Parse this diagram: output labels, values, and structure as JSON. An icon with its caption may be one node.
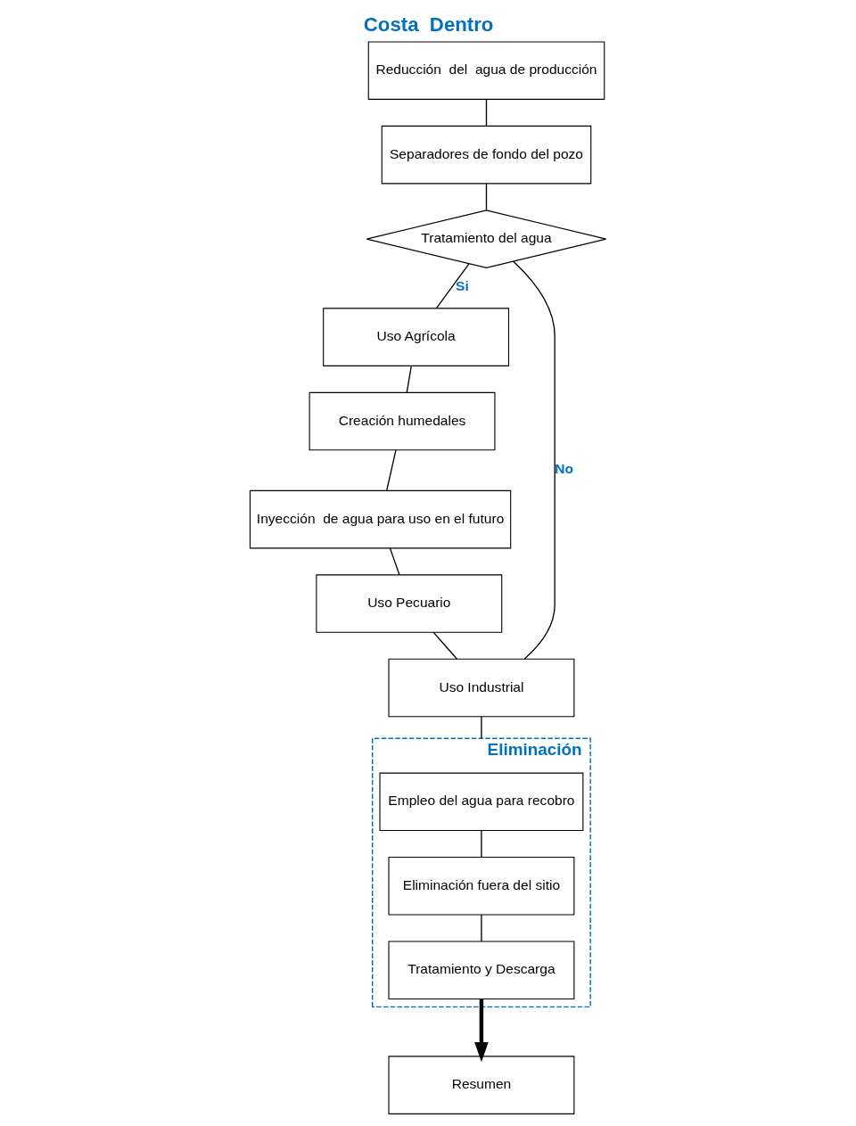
{
  "diagram": {
    "title": "Costa  Dentro",
    "nodes": [
      {
        "text": [
          "Reducción  del  agua de producción"
        ]
      },
      {
        "text": [
          "Separadores de fondo del pozo"
        ]
      },
      {
        "text": [
          "Tratamiento del agua"
        ]
      },
      {
        "text": [
          "Uso Agrícola"
        ]
      },
      {
        "text": [
          "Creación humedales"
        ]
      },
      {
        "text": [
          "Inyección  de agua para uso en el futuro"
        ]
      },
      {
        "text": [
          "Uso Pecuario"
        ]
      },
      {
        "text": [
          "Uso Industrial"
        ]
      },
      {
        "text": [
          "Eliminación"
        ]
      },
      {
        "text": [
          "Empleo del agua para recobro"
        ],
        "in": 8
      },
      {
        "text": [
          "Eliminación fuera del sitio"
        ],
        "in": 8
      },
      {
        "text": [
          "Tratamiento y Descarga"
        ],
        "in": 8
      },
      {
        "text": [
          "Resumen"
        ]
      }
    ],
    "edges": [
      {
        "from": 0,
        "to": 1,
        "arrow": "none"
      },
      {
        "from": 1,
        "to": 2,
        "arrow": "none"
      },
      {
        "from": 2,
        "to": 3,
        "arrow": "none",
        "label": "Si"
      },
      {
        "from": 2,
        "to": 7,
        "arrow": "none",
        "label": "No"
      },
      {
        "from": 3,
        "to": 4,
        "arrow": "none"
      },
      {
        "from": 4,
        "to": 5,
        "arrow": "none"
      },
      {
        "from": 5,
        "to": 6,
        "arrow": "none"
      },
      {
        "from": 6,
        "to": 7,
        "arrow": "none"
      },
      {
        "from": 7,
        "to": 8,
        "arrow": "none"
      },
      {
        "from": 9,
        "to": 10,
        "arrow": "none"
      },
      {
        "from": 10,
        "to": 11,
        "arrow": "none"
      },
      {
        "from": 11,
        "to": 12,
        "arrow": "to",
        "style": "thick"
      }
    ]
  }
}
